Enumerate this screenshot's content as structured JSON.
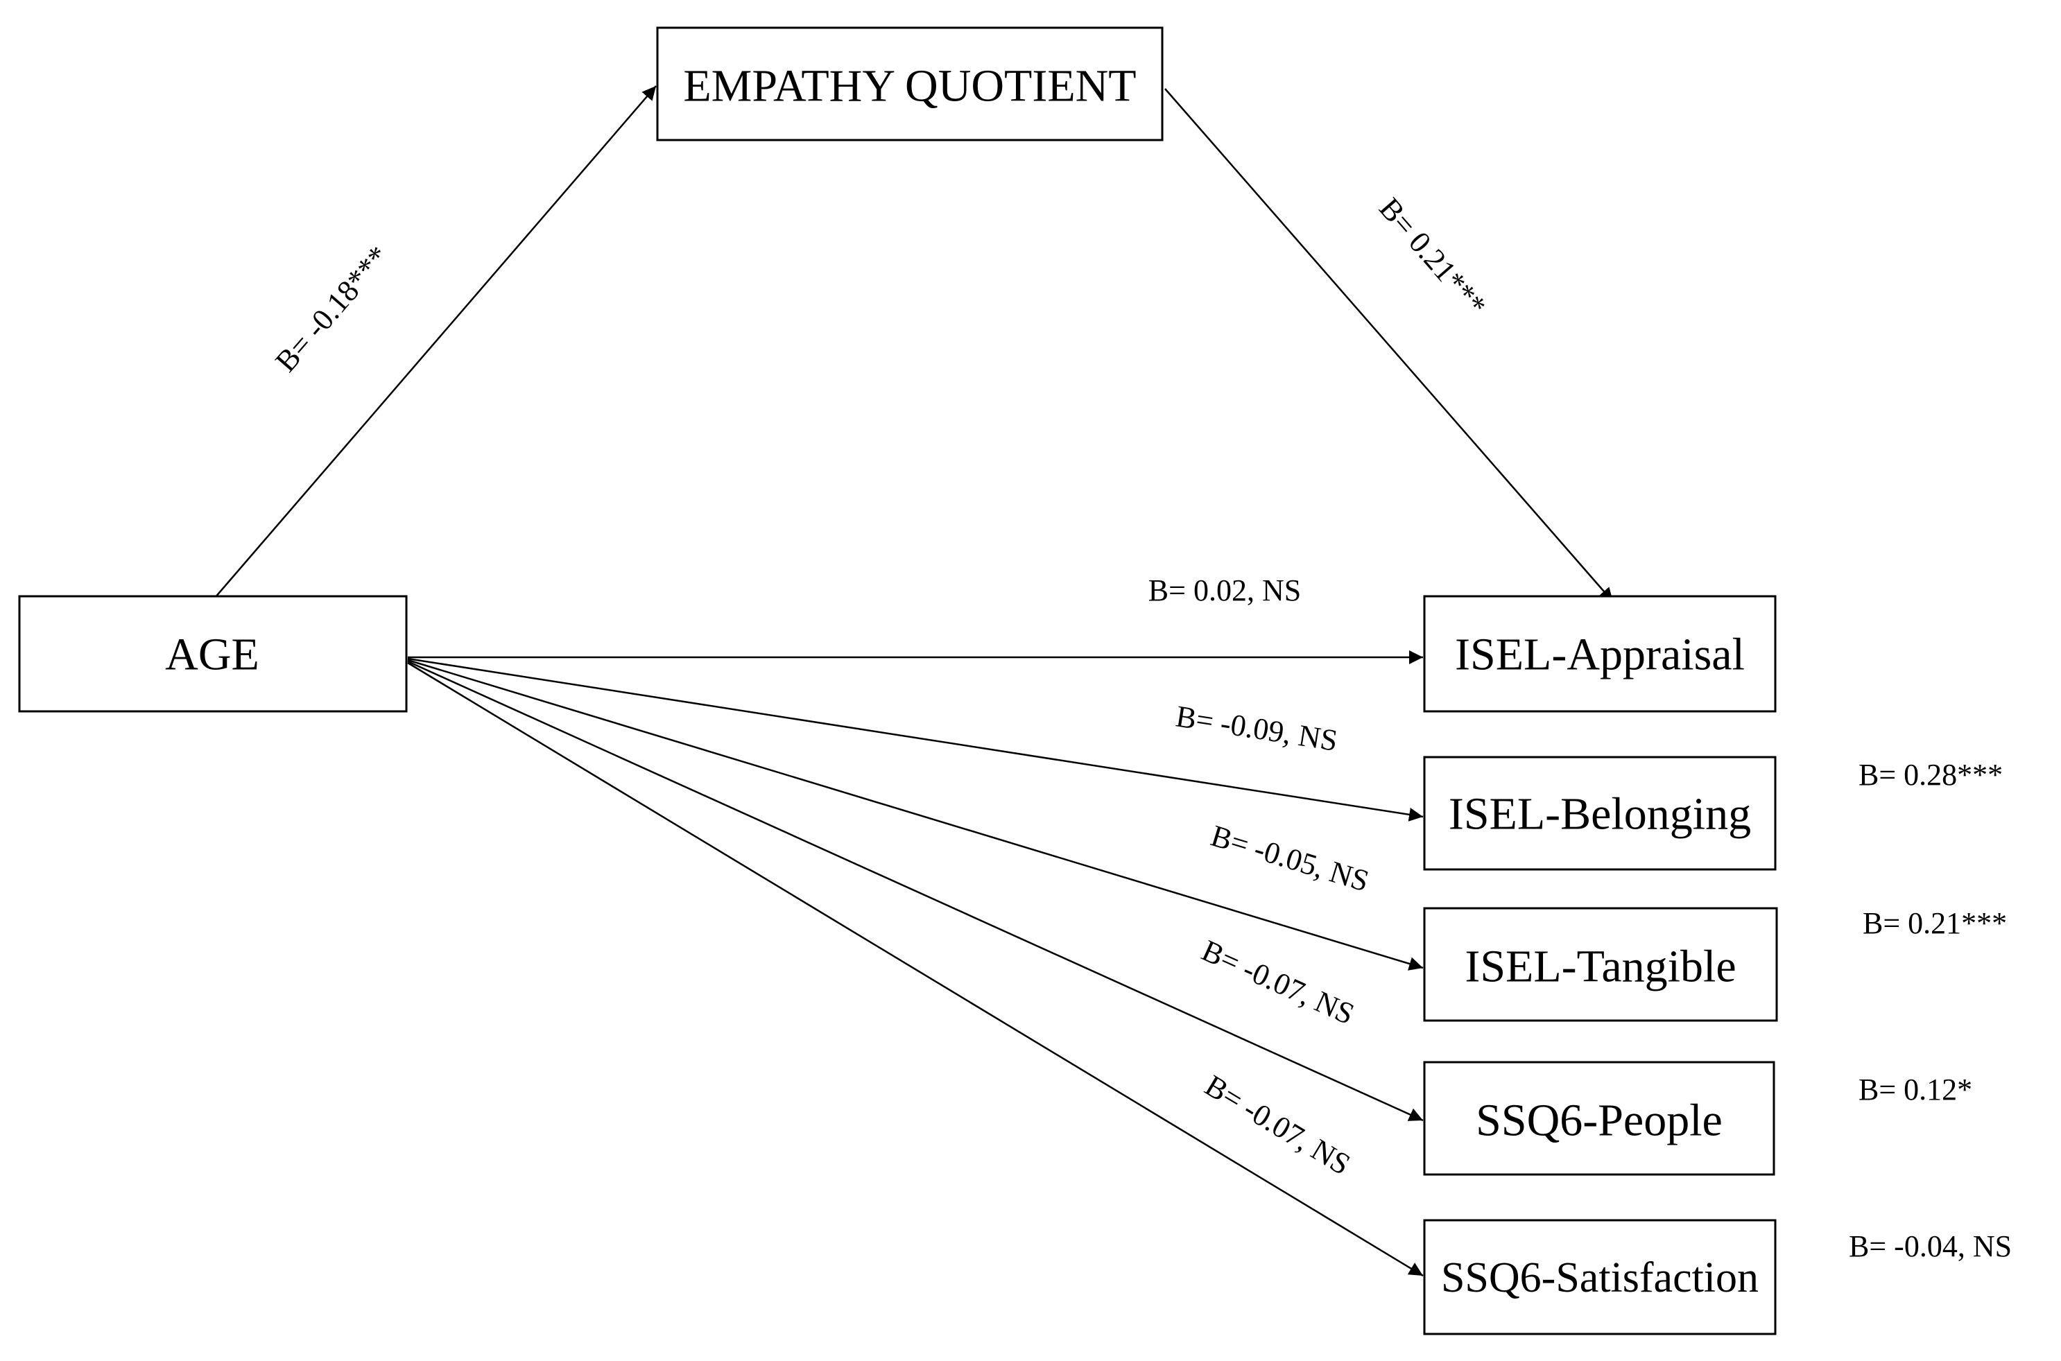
{
  "nodes": {
    "age": "AGE",
    "empathy": "EMPATHY QUOTIENT",
    "isel_appraisal": "ISEL-Appraisal",
    "isel_belonging": "ISEL-Belonging",
    "isel_tangible": "ISEL-Tangible",
    "ssq6_people": "SSQ6-People",
    "ssq6_satisfaction": "SSQ6-Satisfaction"
  },
  "edges": {
    "age_to_empathy": "B= -0.18***",
    "empathy_to_appraisal": "B= 0.21***",
    "age_to_appraisal": "B= 0.02, NS",
    "age_to_belonging": "B= -0.09, NS",
    "age_to_tangible": "B= -0.05, NS",
    "age_to_people": "B= -0.07, NS",
    "age_to_satisfaction": "B= -0.07, NS"
  },
  "empathy_effects": {
    "belonging": "B= 0.28***",
    "tangible": "B= 0.21***",
    "people": "B= 0.12*",
    "satisfaction": "B= -0.04, NS"
  }
}
